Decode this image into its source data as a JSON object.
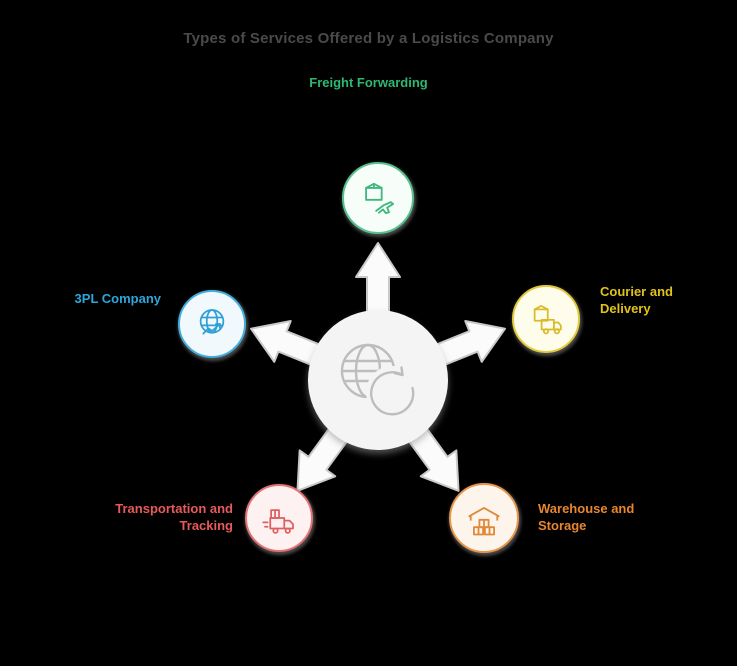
{
  "title": "Types of Services Offered by a Logistics Company",
  "center": {
    "icon": "globe-sync-icon"
  },
  "nodes": {
    "freight": {
      "label": "Freight Forwarding",
      "color": "#2eb872",
      "icon": "package-plane-icon"
    },
    "courier": {
      "label_line1": "Courier and",
      "label_line2": "Delivery",
      "color": "#e0c21a",
      "icon": "package-truck-icon"
    },
    "warehouse": {
      "label_line1": "Warehouse and",
      "label_line2": "Storage",
      "color": "#e8862f",
      "icon": "warehouse-boxes-icon"
    },
    "transport": {
      "label_line1": "Transportation and",
      "label_line2": "Tracking",
      "color": "#e85a5a",
      "icon": "delivery-truck-icon"
    },
    "tpl": {
      "label": "3PL Company",
      "color": "#2aa7dd",
      "icon": "globe-growth-arrow-icon"
    }
  },
  "colors": {
    "background": "#000000",
    "title_text": "#4a4a4a",
    "hub_fill": "#f4f4f4",
    "arrow_fill": "#fbfbfb",
    "arrow_stroke": "#c9c9c9"
  }
}
